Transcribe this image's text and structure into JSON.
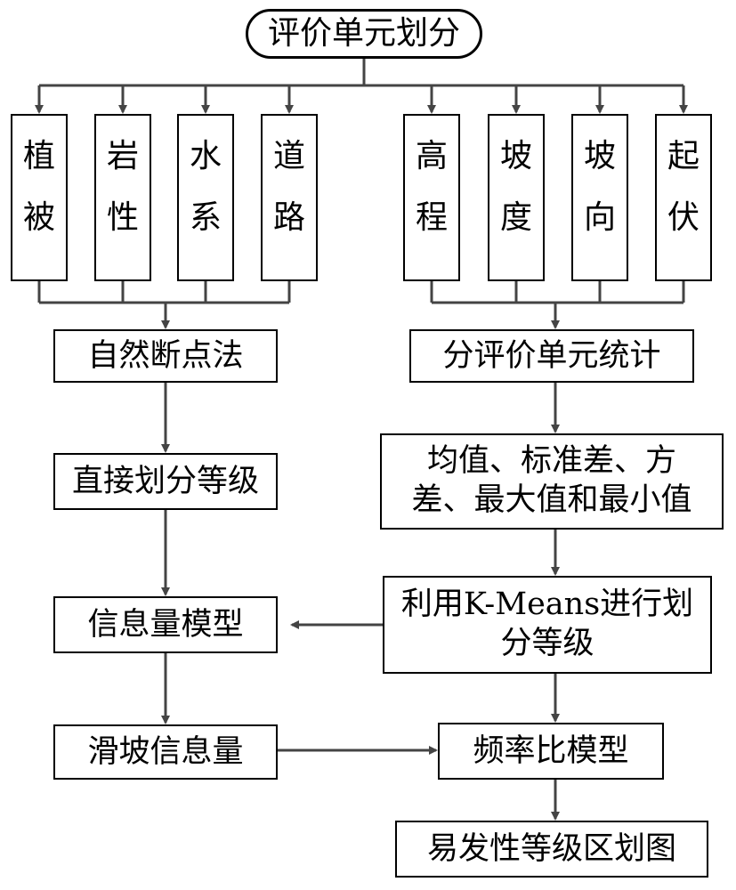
{
  "root": "评价单元划分",
  "factors_left": [
    {
      "top": "植",
      "bottom": "被"
    },
    {
      "top": "岩",
      "bottom": "性"
    },
    {
      "top": "水",
      "bottom": "系"
    },
    {
      "top": "道",
      "bottom": "路"
    }
  ],
  "factors_right": [
    {
      "top": "高",
      "bottom": "程"
    },
    {
      "top": "坡",
      "bottom": "度"
    },
    {
      "top": "坡",
      "bottom": "向"
    },
    {
      "top": "起",
      "bottom": "伏"
    }
  ],
  "left_flow": {
    "natural_breaks": "自然断点法",
    "direct_grading": "直接划分等级",
    "info_model": "信息量模型",
    "landslide_info": "滑坡信息量"
  },
  "right_flow": {
    "unit_stats": "分评价单元统计",
    "statistics_line1": "均值、标准差、方",
    "statistics_line2": "差、最大值和最小值",
    "kmeans_line1": "利用K-Means进行划",
    "kmeans_line2": "分等级",
    "freq_ratio": "频率比模型",
    "zoning_map": "易发性等级区划图"
  }
}
